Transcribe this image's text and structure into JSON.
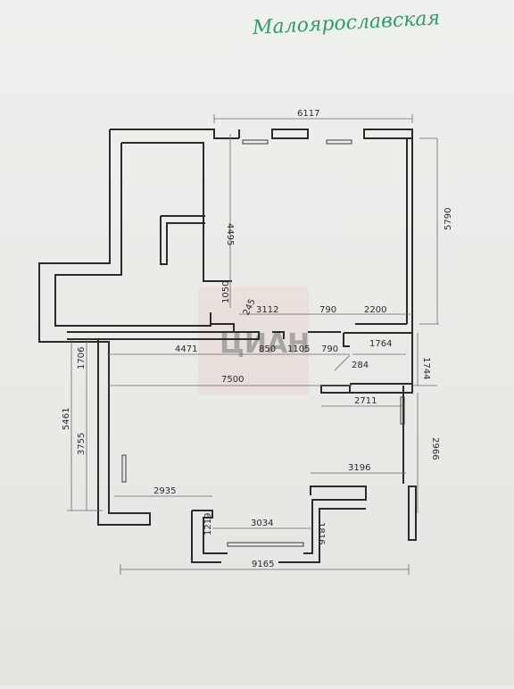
{
  "title": "Малоярославская",
  "watermark": "ЦИАН",
  "colors": {
    "title": "#2f9c6a",
    "walls": "#2b2b2b",
    "paper": "#ecedea"
  },
  "dimensions": {
    "top_width": "6117",
    "right_height": "5790",
    "left_wing_height": "4495",
    "corridor_width": "3112",
    "door_790_top": "790",
    "door_2200": "2200",
    "small_1050": "1050",
    "small_245": "245",
    "dim_4471": "4471",
    "dim_850": "850",
    "dim_1105": "1105",
    "dim_790_mid": "790",
    "dim_1764": "1764",
    "dim_1744": "1744",
    "dim_1706": "1706",
    "dim_284": "284",
    "dim_7500": "7500",
    "dim_2711": "2711",
    "dim_5461": "5461",
    "dim_3755": "3755",
    "dim_2966": "2966",
    "dim_3196": "3196",
    "dim_2935": "2935",
    "dim_3034": "3034",
    "dim_1219": "1219",
    "dim_1816": "1816",
    "bottom_width": "9165"
  }
}
